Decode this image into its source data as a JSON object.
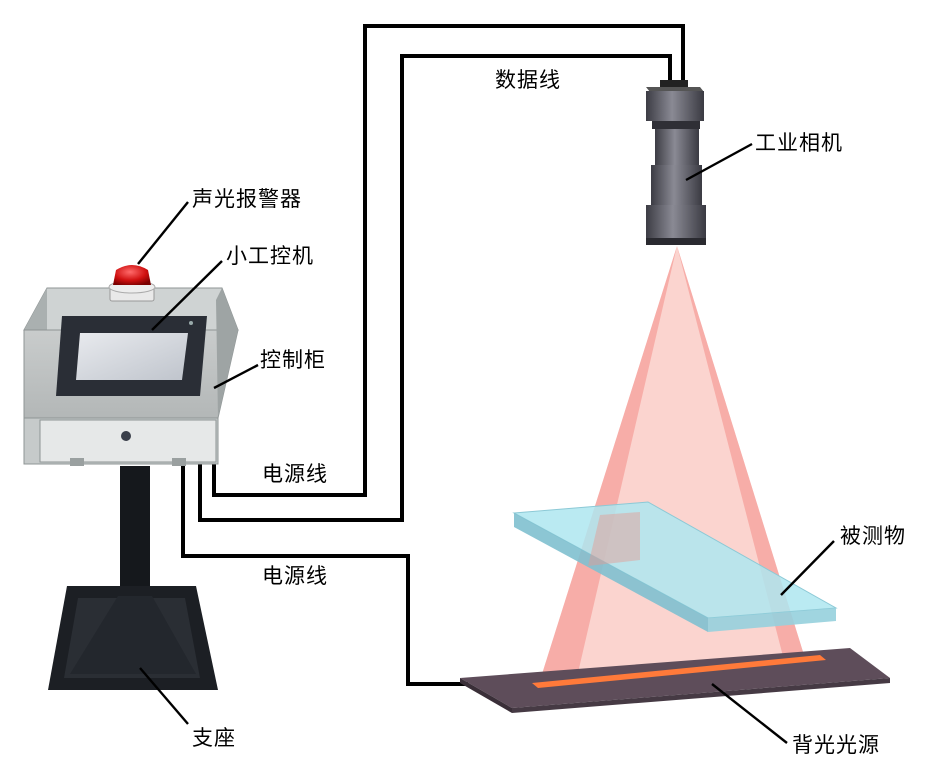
{
  "labels": {
    "alarm": "声光报警器",
    "ipc": "小工控机",
    "cabinet": "控制柜",
    "data_cable": "数据线",
    "power_cable_1": "电源线",
    "power_cable_2": "电源线",
    "camera": "工业相机",
    "object": "被测物",
    "backlight": "背光光源",
    "stand_base": "支座"
  }
}
